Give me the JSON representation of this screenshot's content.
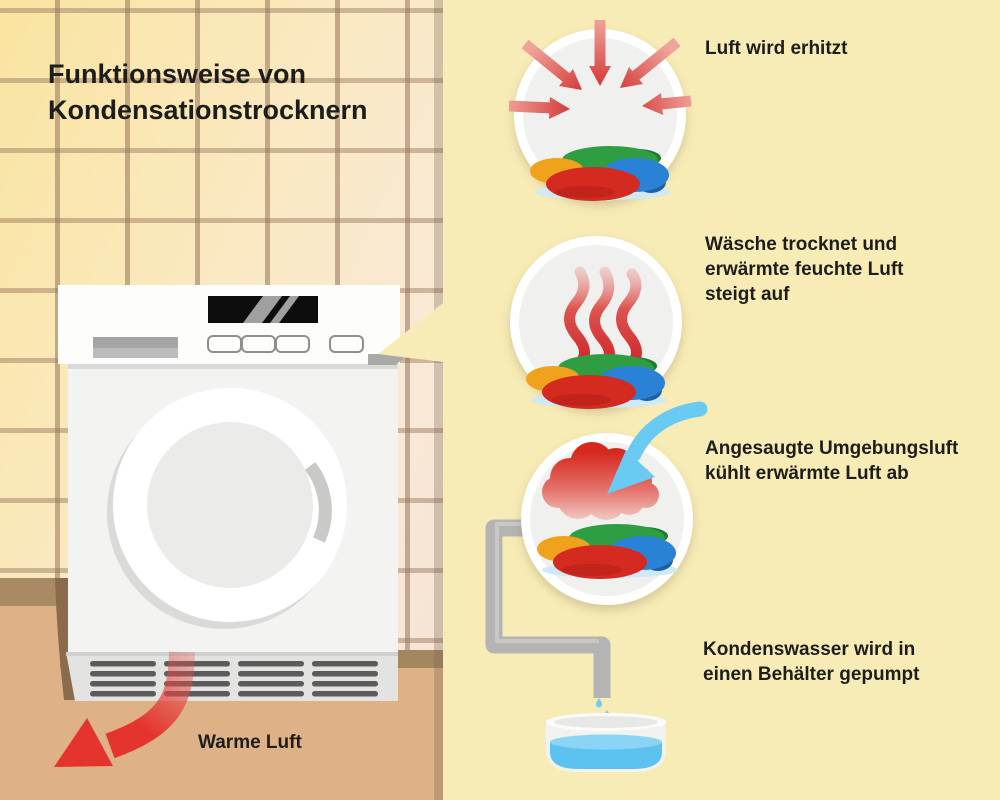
{
  "title": "Funktionsweise von Kondensationstrocknern",
  "warm_air_label": "Warme Luft",
  "steps": [
    {
      "label": "Luft wird erhitzt"
    },
    {
      "label": "Wäsche trocknet und erwärmte feuchte Luft steigt auf"
    },
    {
      "label": "Angesaugte Umgebungsluft kühlt erwärmte Luft ab"
    },
    {
      "label": "Kondenswasser wird in einen Behälter gepumpt"
    }
  ],
  "colors": {
    "panel_background": "#f8ecb6",
    "tile_grout": "#a58268",
    "floor": "#deb187",
    "hot_red": "#d6281f",
    "warm_arrow_red": "#e5332e",
    "cool_blue": "#69cbf2",
    "water_blue": "#5cc2ef",
    "pipe_gray": "#b4b4b4",
    "text": "#1d1d1b"
  }
}
